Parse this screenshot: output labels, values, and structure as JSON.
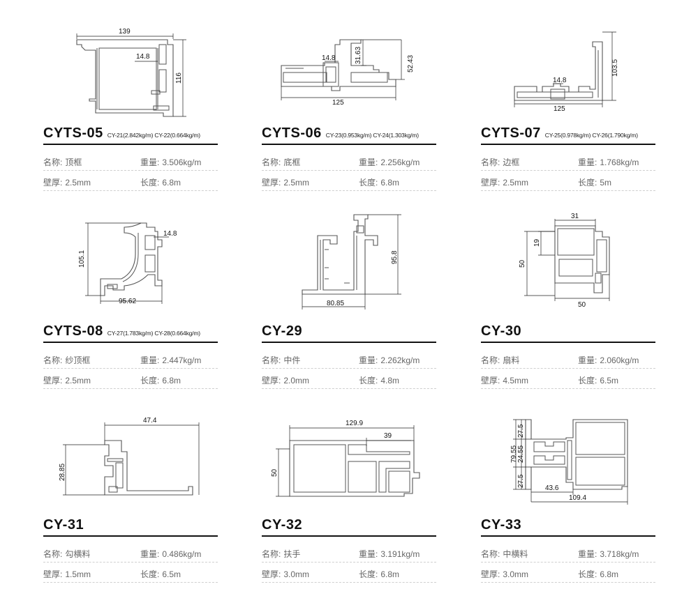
{
  "products": [
    {
      "code": "CYTS-05",
      "subtitle": "CY-21(2.842kg/m)  CY-22(0.664kg/m)",
      "dims": [
        "139",
        "14.8",
        "116"
      ],
      "specs": [
        {
          "label": "名称:",
          "value": "顶框",
          "label2": "重量:",
          "value2": "3.506kg/m"
        },
        {
          "label": "壁厚:",
          "value": "2.5mm",
          "label2": "长度:",
          "value2": "6.8m"
        }
      ]
    },
    {
      "code": "CYTS-06",
      "subtitle": "CY-23(0.953kg/m)  CY-24(1.303kg/m)",
      "dims": [
        "31.63",
        "52.43",
        "14.8",
        "125"
      ],
      "specs": [
        {
          "label": "名称:",
          "value": "底框",
          "label2": "重量:",
          "value2": "2.256kg/m"
        },
        {
          "label": "壁厚:",
          "value": "2.5mm",
          "label2": "长度:",
          "value2": "6.8m"
        }
      ]
    },
    {
      "code": "CYTS-07",
      "subtitle": "CY-25(0.978kg/m)  CY-26(1.790kg/m)",
      "dims": [
        "103.5",
        "14.8",
        "125"
      ],
      "specs": [
        {
          "label": "名称:",
          "value": "边框",
          "label2": "重量:",
          "value2": "1.768kg/m"
        },
        {
          "label": "壁厚:",
          "value": "2.5mm",
          "label2": "长度:",
          "value2": "5m"
        }
      ]
    },
    {
      "code": "CYTS-08",
      "subtitle": "CY-27(1.783kg/m)  CY-28(0.664kg/m)",
      "dims": [
        "14.8",
        "105.1",
        "95.62"
      ],
      "specs": [
        {
          "label": "名称:",
          "value": "纱顶框",
          "label2": "重量:",
          "value2": "2.447kg/m"
        },
        {
          "label": "壁厚:",
          "value": "2.5mm",
          "label2": "长度:",
          "value2": "6.8m"
        }
      ]
    },
    {
      "code": "CY-29",
      "subtitle": "",
      "dims": [
        "95.8",
        "80.85"
      ],
      "specs": [
        {
          "label": "名称:",
          "value": "中件",
          "label2": "重量:",
          "value2": "2.262kg/m"
        },
        {
          "label": "壁厚:",
          "value": "2.0mm",
          "label2": "长度:",
          "value2": "4.8m"
        }
      ]
    },
    {
      "code": "CY-30",
      "subtitle": "",
      "dims": [
        "31",
        "19",
        "50",
        "50"
      ],
      "specs": [
        {
          "label": "名称:",
          "value": "扇料",
          "label2": "重量:",
          "value2": "2.060kg/m"
        },
        {
          "label": "壁厚:",
          "value": "4.5mm",
          "label2": "长度:",
          "value2": "6.5m"
        }
      ]
    },
    {
      "code": "CY-31",
      "subtitle": "",
      "dims": [
        "47.4",
        "28.85"
      ],
      "specs": [
        {
          "label": "名称:",
          "value": "勾横料",
          "label2": "重量:",
          "value2": "0.486kg/m"
        },
        {
          "label": "壁厚:",
          "value": "1.5mm",
          "label2": "长度:",
          "value2": "6.5m"
        }
      ]
    },
    {
      "code": "CY-32",
      "subtitle": "",
      "dims": [
        "129.9",
        "39",
        "50"
      ],
      "specs": [
        {
          "label": "名称:",
          "value": "扶手",
          "label2": "重量:",
          "value2": "3.191kg/m"
        },
        {
          "label": "壁厚:",
          "value": "3.0mm",
          "label2": "长度:",
          "value2": "6.8m"
        }
      ]
    },
    {
      "code": "CY-33",
      "subtitle": "",
      "dims": [
        "27.5",
        "79.55",
        "24.55",
        "27.5",
        "43.6",
        "109.4"
      ],
      "specs": [
        {
          "label": "名称:",
          "value": "中横料",
          "label2": "重量:",
          "value2": "3.718kg/m"
        },
        {
          "label": "壁厚:",
          "value": "3.0mm",
          "label2": "长度:",
          "value2": "6.8m"
        }
      ]
    }
  ]
}
